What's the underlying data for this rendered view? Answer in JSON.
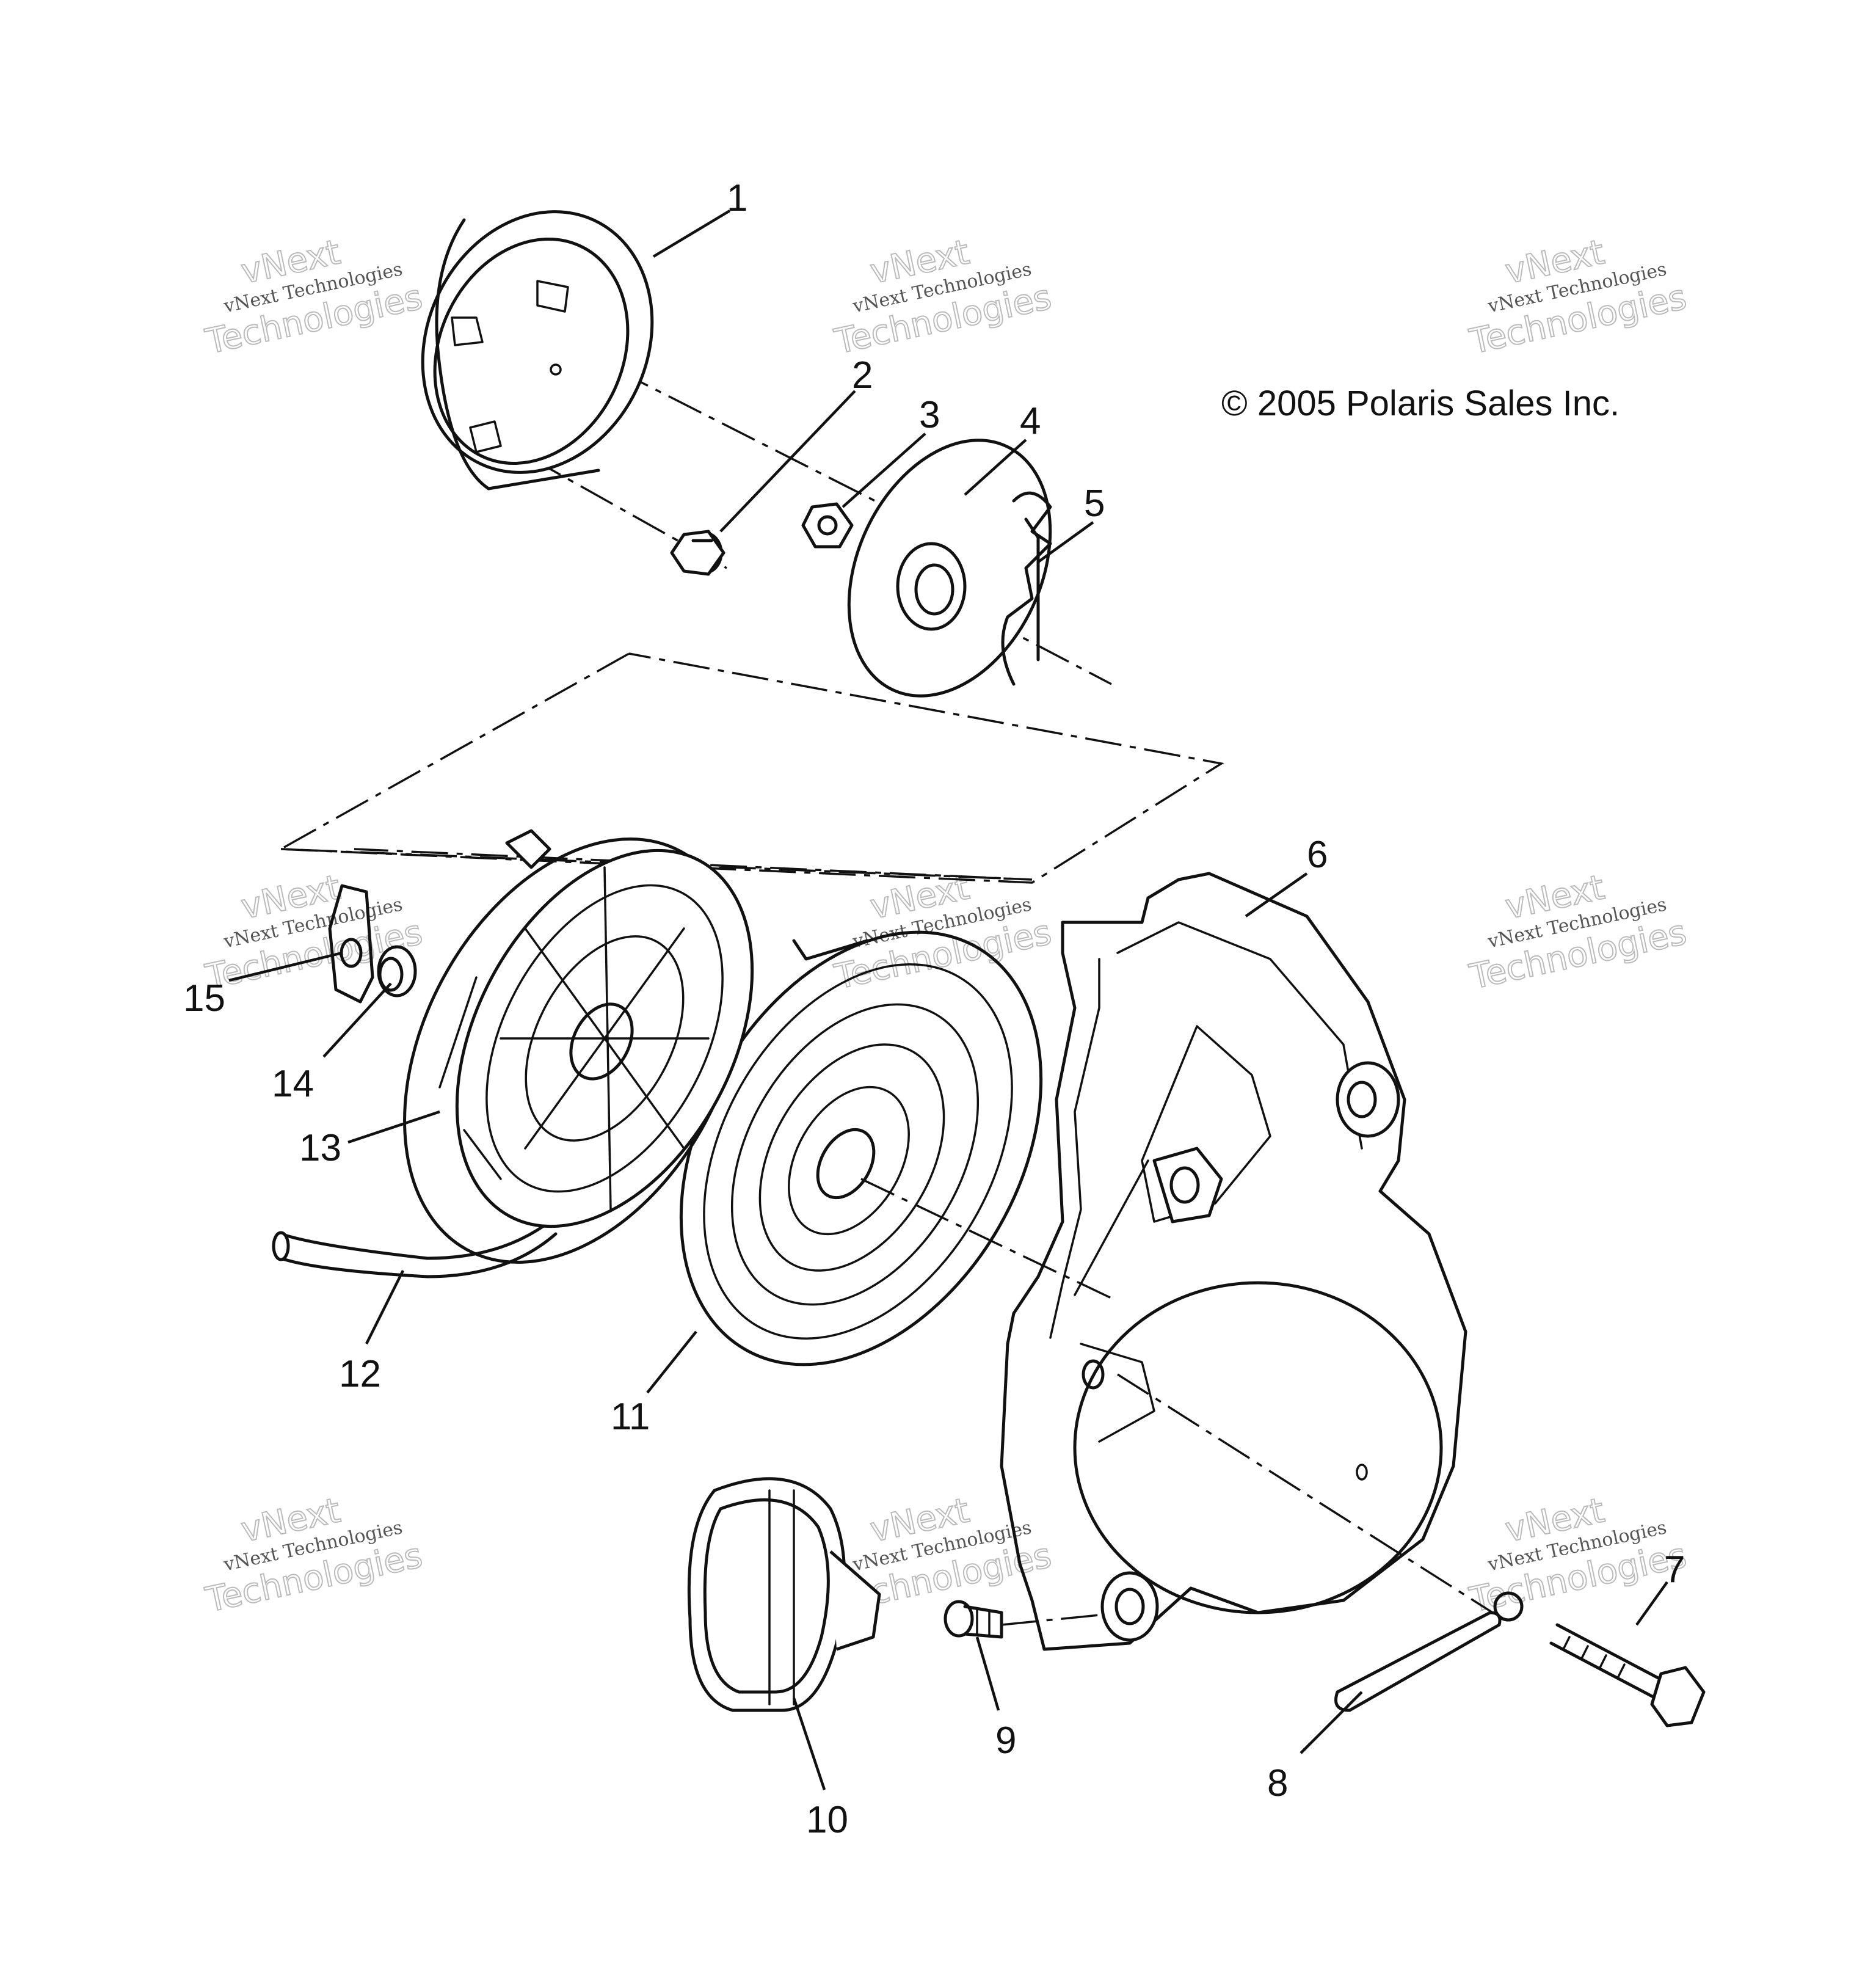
{
  "copyright": "© 2005 Polaris Sales Inc.",
  "watermark": {
    "line1": "vNext",
    "line2": "vNext Technologies",
    "line3": "Technologies"
  },
  "callouts": [
    "1",
    "2",
    "3",
    "4",
    "5",
    "6",
    "7",
    "8",
    "9",
    "10",
    "11",
    "12",
    "13",
    "14",
    "15"
  ]
}
